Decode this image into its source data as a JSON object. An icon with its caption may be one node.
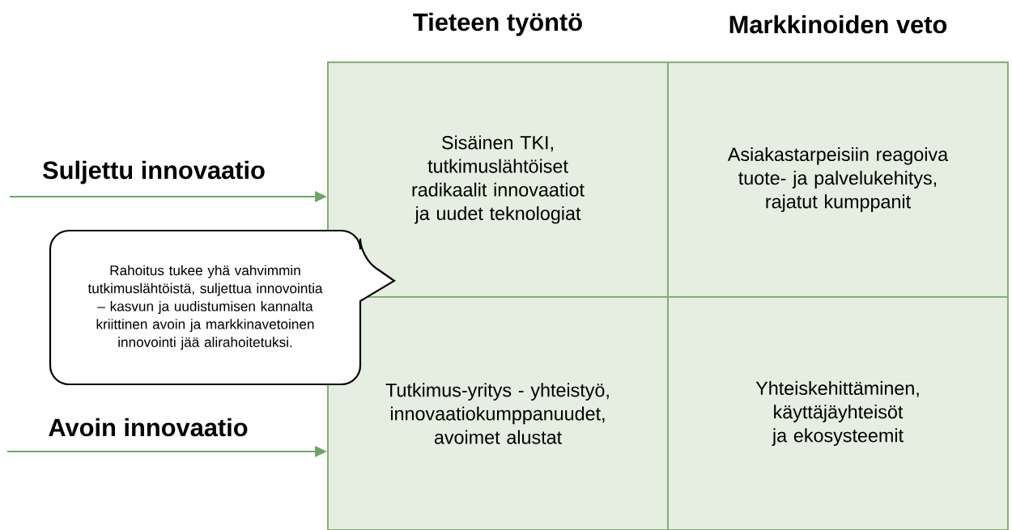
{
  "diagram": {
    "nodes": [
      {
        "text": [
          "Sisäinen TKI, tutkimuslähtöiset radikaalit innovaatiot ja uudet teknologiat"
        ]
      },
      {
        "text": [
          "Asiakastarpeisiin reagoiva tuote- ja palvelukehitys, rajatut kumppanit"
        ]
      },
      {
        "text": [
          "Tutkimus-yritys - yhteistyö, innovaatiokumppanuudet, avoimet alustat"
        ]
      },
      {
        "text": [
          "Yhteiskehittäminen, käyttäjäyhteisöt ja ekosysteemit"
        ]
      },
      {
        "text": [
          "Rahoitus tukee yhä vahvimmin tutkimuslähtöistä, suljettua innovointia – kasvun ja uudistumisen kannalta kriittinen avoin ja markkinavetoinen innovointi jää alirahoitetuksi."
        ]
      }
    ],
    "edges": [
      {
        "from": null,
        "to": 0,
        "arrow": "to"
      },
      {
        "from": null,
        "to": 2,
        "arrow": "to"
      }
    ],
    "labels": [
      "Tieteen työntö",
      "Markkinoiden veto",
      "Suljettu innovaatio",
      "Avoin innovaatio"
    ]
  }
}
